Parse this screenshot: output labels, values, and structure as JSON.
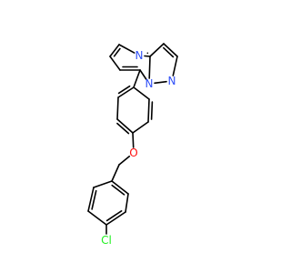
{
  "molecule": {
    "colors": {
      "bond": "#000000",
      "nitrogen": "#3050F8",
      "oxygen": "#FF0D0D",
      "chlorine": "#1FF01F",
      "background": "#FFFFFF"
    },
    "atoms": [
      {
        "id": "n_top",
        "label": "N",
        "element": "nitrogen"
      },
      {
        "id": "n_right",
        "label": "N",
        "element": "nitrogen"
      },
      {
        "id": "n_bridge",
        "label": "N",
        "element": "nitrogen"
      },
      {
        "id": "o_ether",
        "label": "O",
        "element": "oxygen"
      },
      {
        "id": "cl",
        "label": "Cl",
        "element": "chlorine"
      }
    ]
  }
}
